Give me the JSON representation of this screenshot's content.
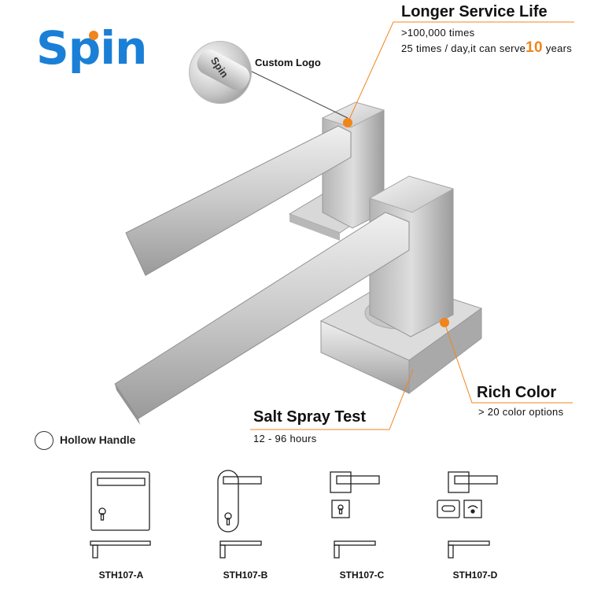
{
  "brand": {
    "logo_text": "Spin",
    "accent": "#1a7fd6",
    "dot_color": "#f0851c"
  },
  "custom_logo": {
    "label": "Custom Logo",
    "engraving": "Spin"
  },
  "service_life": {
    "title": "Longer Service Life",
    "line1": ">100,000 times",
    "line2_prefix": "25 times / day,it can serve",
    "line2_number": "10",
    "line2_suffix": "years"
  },
  "rich_color": {
    "title": "Rich Color",
    "detail": "> 20 color options"
  },
  "salt_spray": {
    "title": "Salt Spray Test",
    "detail": "12 - 96 hours"
  },
  "hollow_handle": {
    "label": "Hollow Handle"
  },
  "models": [
    {
      "code": "STH107-A"
    },
    {
      "code": "STH107-B"
    },
    {
      "code": "STH107-C"
    },
    {
      "code": "STH107-D"
    }
  ],
  "colors": {
    "callout": "#f0851c",
    "steel_light": "#e2e2e2",
    "steel_dark": "#8a8a8a"
  }
}
